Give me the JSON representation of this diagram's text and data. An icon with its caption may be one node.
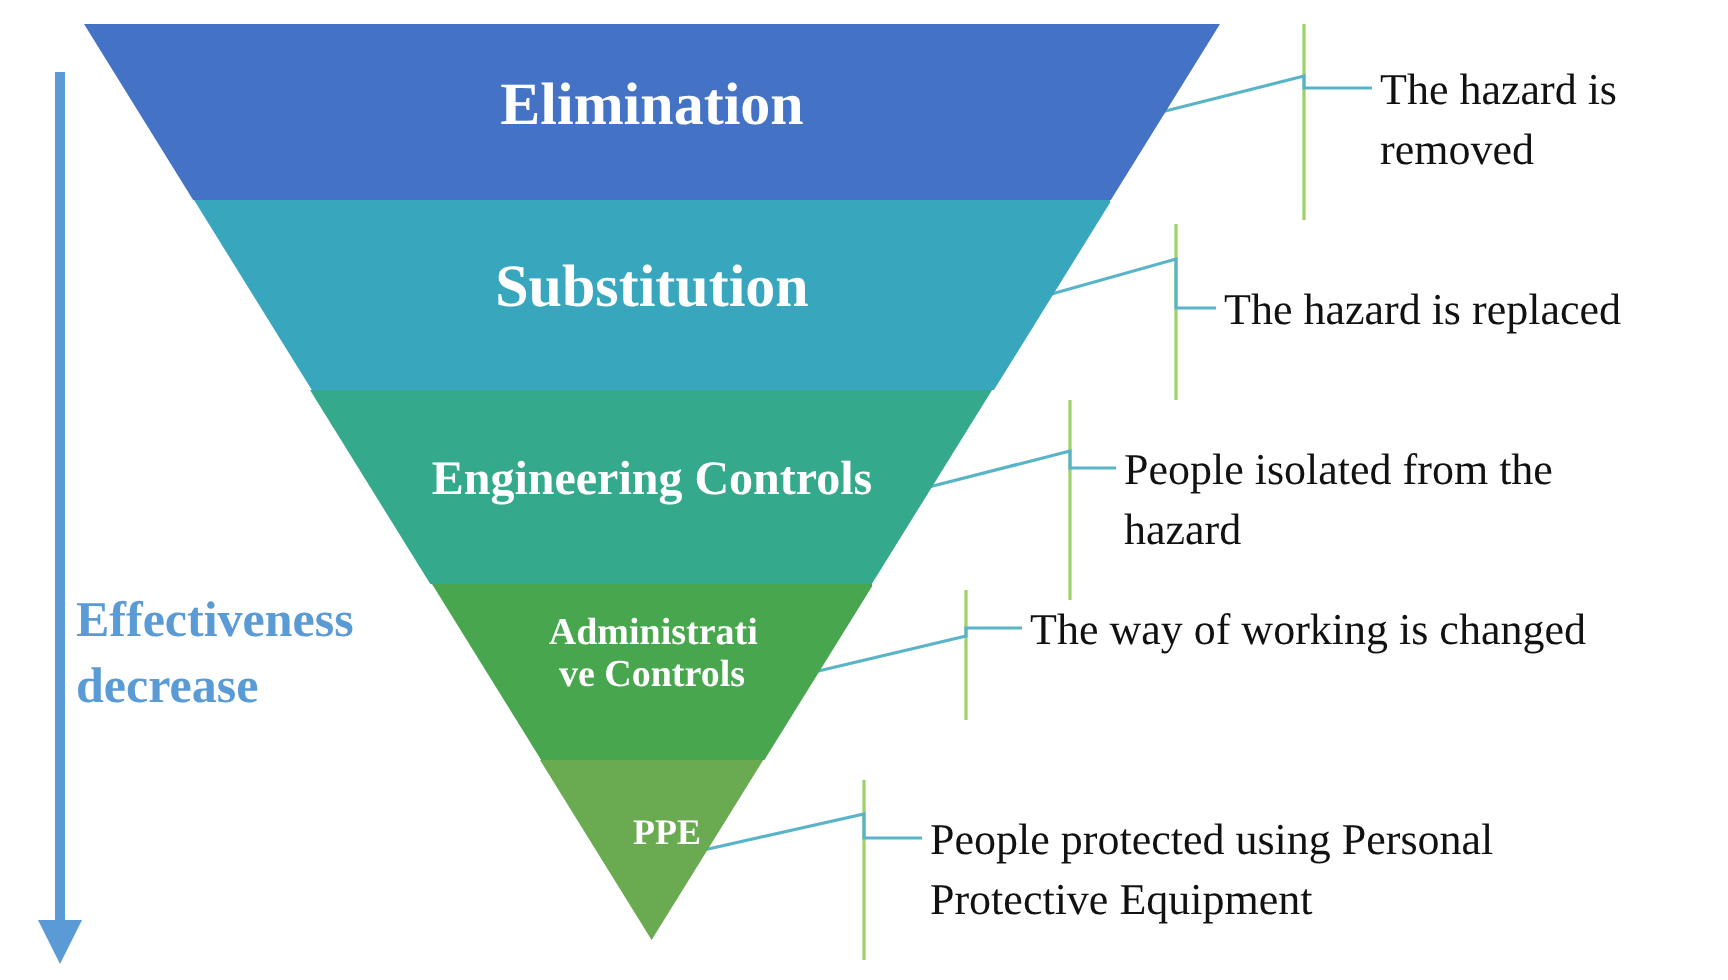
{
  "diagram": {
    "nodes": [
      {
        "text": [
          "Elimination"
        ]
      },
      {
        "text": [
          "Substitution"
        ]
      },
      {
        "text": [
          "Engineering Controls"
        ]
      },
      {
        "text": [
          "Administrati ve Controls"
        ]
      },
      {
        "text": [
          "PPE"
        ]
      },
      {
        "text": [
          "The hazard is removed"
        ]
      },
      {
        "text": [
          "The hazard is replaced"
        ]
      },
      {
        "text": [
          "People isolated from the hazard"
        ]
      },
      {
        "text": [
          "The way of working is changed"
        ]
      },
      {
        "text": [
          "People protected using Personal Protective Equipment"
        ]
      }
    ],
    "edges": [
      {
        "from": 0,
        "to": 5,
        "arrow": "none"
      },
      {
        "from": 1,
        "to": 6,
        "arrow": "none"
      },
      {
        "from": 2,
        "to": 7,
        "arrow": "none"
      },
      {
        "from": 3,
        "to": 8,
        "arrow": "none"
      },
      {
        "from": 4,
        "to": 9,
        "arrow": "none"
      }
    ],
    "labels": [
      "Effectiveness decrease"
    ]
  }
}
